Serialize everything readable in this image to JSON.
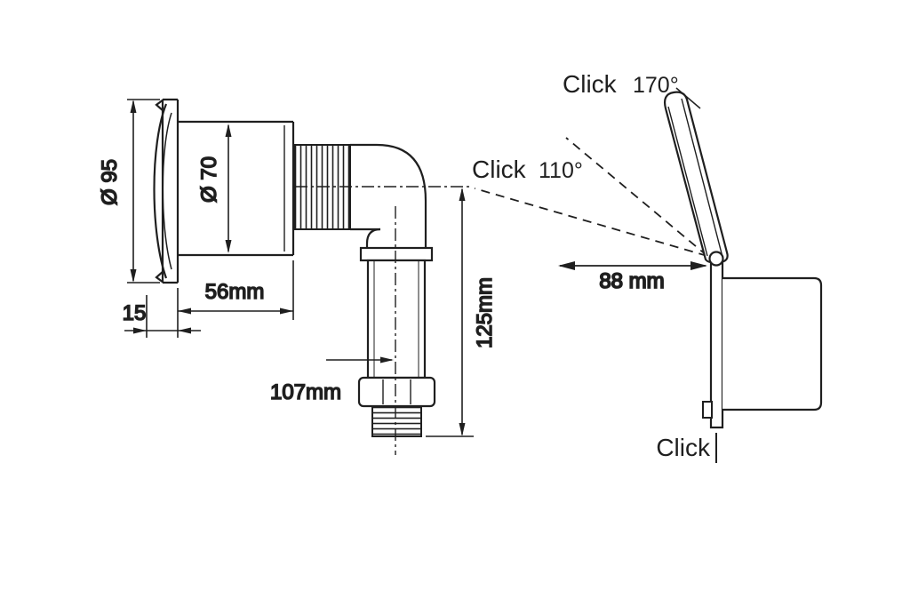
{
  "left_view": {
    "dia_outer": "Ø 95",
    "dia_inner": "Ø 70",
    "width": "56mm",
    "flange_depth": "15",
    "reach": "107mm",
    "height": "125mm"
  },
  "right_view": {
    "click_open_label": "Click",
    "click_open_angle": "170°",
    "click_mid_label": "Click",
    "click_mid_angle": "110°",
    "protrusion": "88 mm",
    "click_closed_label": "Click"
  },
  "colors": {
    "line": "#1f1f1f",
    "background": "#ffffff"
  }
}
